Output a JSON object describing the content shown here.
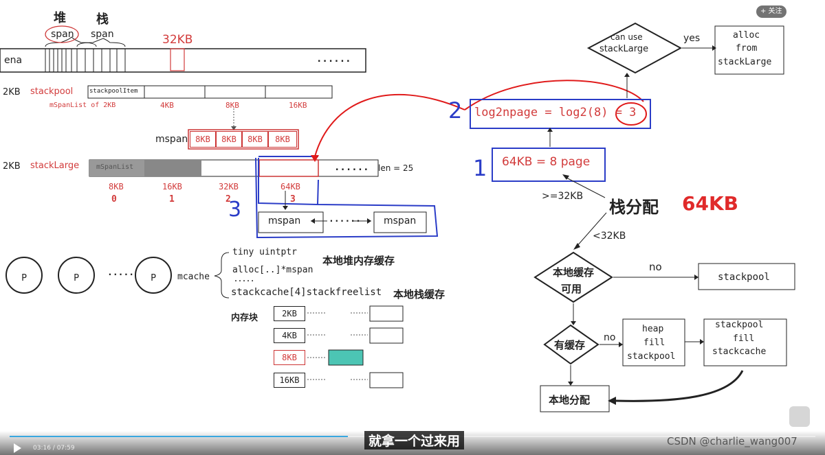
{
  "top": {
    "heap_label": "堆",
    "stack_label": "栈",
    "span_heap": "span",
    "span_stack": "span",
    "kb32": "32KB",
    "arena": "ena",
    "dots": "......"
  },
  "stackpool": {
    "left": "2KB",
    "name": "stackpool",
    "item": "stackpoolItem",
    "sublabel": "mSpanList of 2KB",
    "k4": "4KB",
    "k8": "8KB",
    "k16": "16KB"
  },
  "mspan_row": {
    "label": "mspan",
    "cells": [
      "8KB",
      "8KB",
      "8KB",
      "8KB"
    ]
  },
  "stacklarge": {
    "left": "2KB",
    "name": "stackLarge",
    "item": "mSpanList",
    "dots": "......",
    "len": "len = 25",
    "ticks": [
      "8KB",
      "16KB",
      "32KB",
      "64KB"
    ],
    "idx": [
      "0",
      "1",
      "2",
      "3"
    ],
    "mspan_a": "mspan",
    "mspan_b": "mspan",
    "dots2": "......",
    "ann3": "3"
  },
  "mcache": {
    "dots": ".....",
    "label": "mcache",
    "p": "P",
    "tiny": "tiny uintptr",
    "alloc": "alloc[..]*mspan",
    "dots2": ".....",
    "stackcache": "stackcache[4]stackfreelist",
    "local_heap": "本地堆内存缓存",
    "local_stack": "本地栈缓存",
    "mem_block": "内存块",
    "blocks": [
      "2KB",
      "4KB",
      "8KB",
      "16KB"
    ],
    "num4": "4"
  },
  "flow": {
    "can_use": "can use",
    "stacklarge": "stackLarge",
    "yes": "yes",
    "alloc": "alloc",
    "from": "from",
    "stacklarge2": "stackLarge",
    "log2": "log2npage = log2(8) = 3",
    "n2": "2",
    "n1": "1",
    "page": "64KB = 8 page",
    "ge32": ">=32KB",
    "stack_alloc": "栈分配",
    "kb64": "64KB",
    "lt32": "<32KB",
    "local_cache": "本地缓存",
    "usable": "可用",
    "no1": "no",
    "stackpool": "stackpool",
    "has_cache": "有缓存",
    "no2": "no",
    "heap": "heap",
    "fill": "fill",
    "stackpool2": "stackpool",
    "stackpool3": "stackpool",
    "fill2": "fill",
    "stackcache": "stackcache",
    "local_alloc": "本地分配"
  },
  "player": {
    "time": "03:16 / 07:59",
    "subtitle": "就拿一个过来用",
    "watermark": "CSDN @charlie_wang007",
    "follow": "+ 关注",
    "progress": 0.42
  }
}
